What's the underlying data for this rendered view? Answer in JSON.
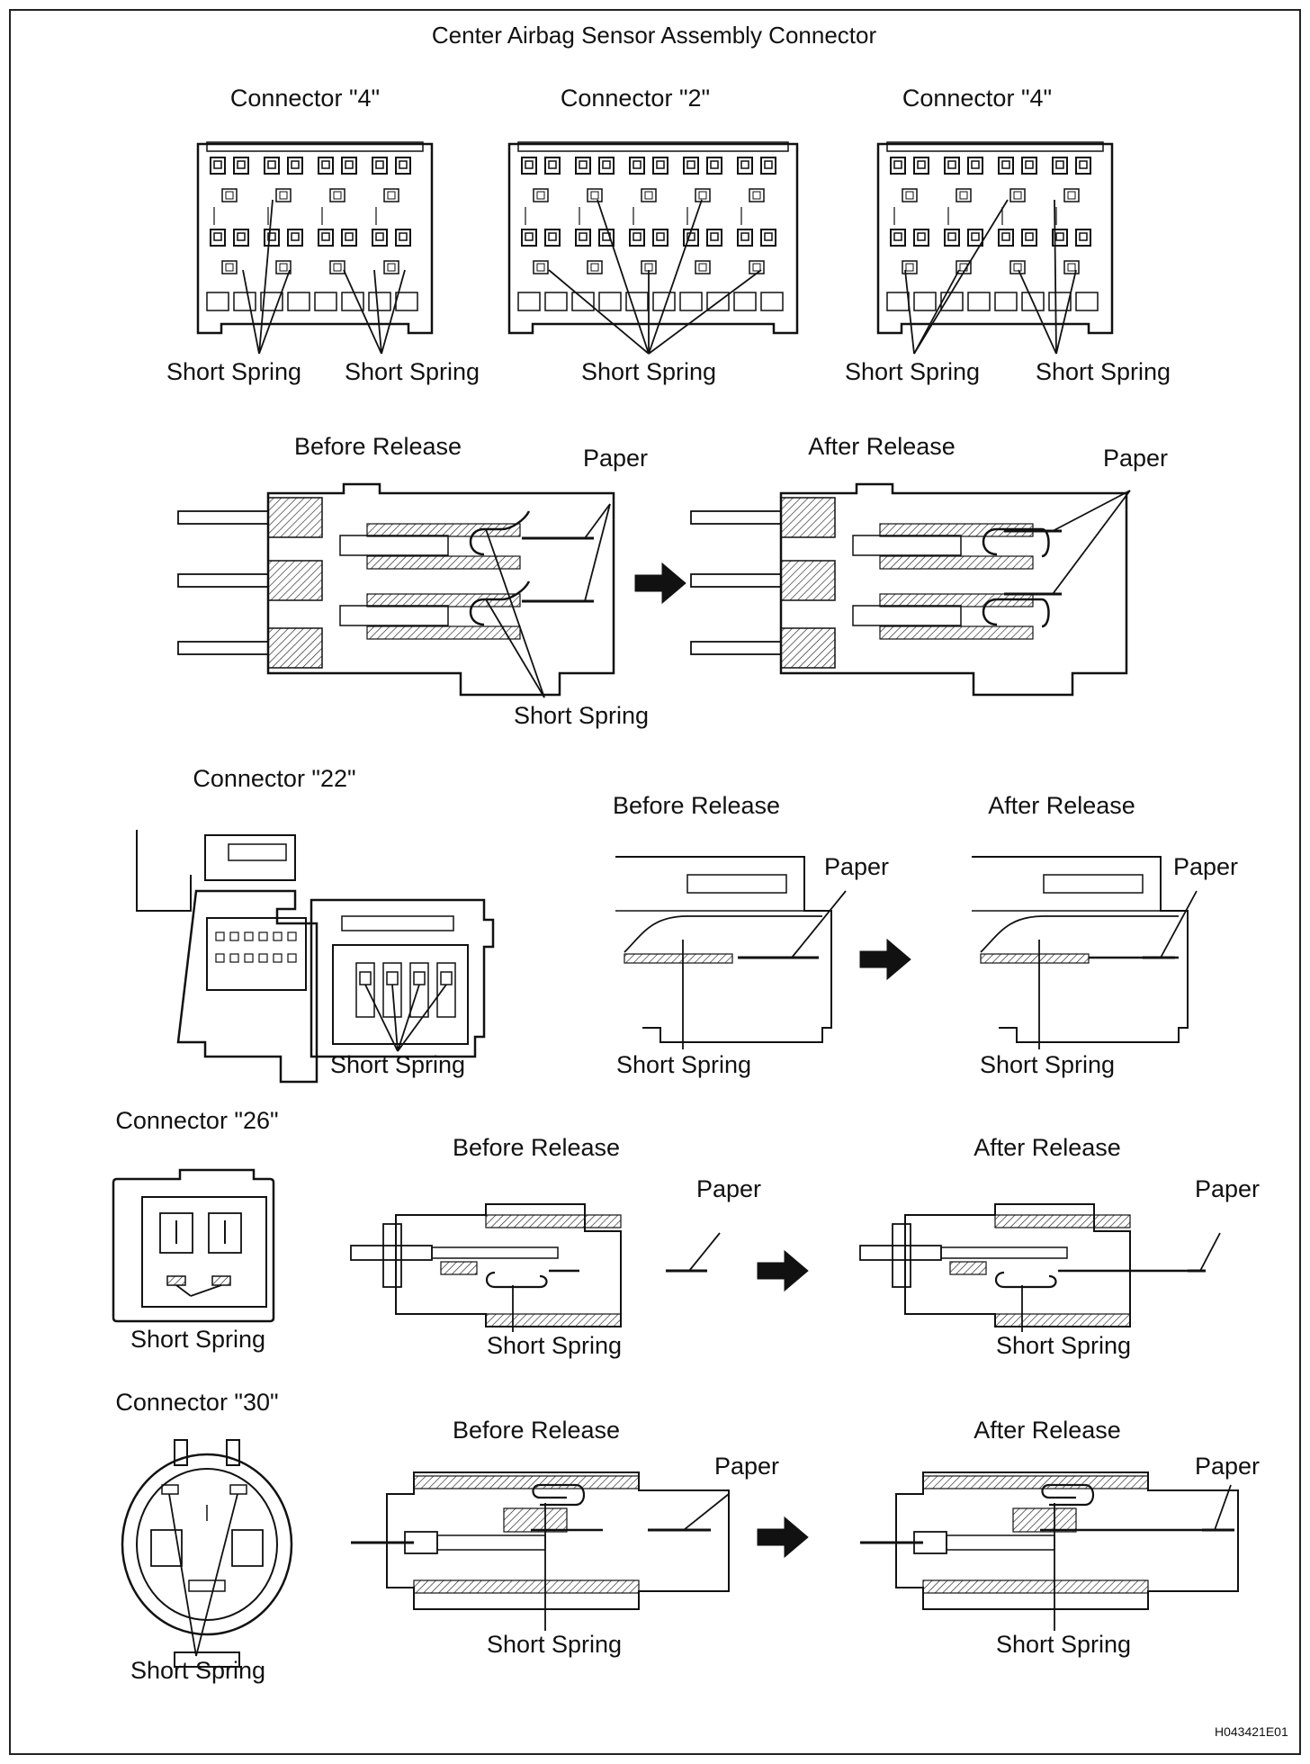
{
  "title": "Center Airbag Sensor Assembly Connector",
  "labels": {
    "connector_4": "Connector \"4\"",
    "connector_2": "Connector \"2\"",
    "connector_22": "Connector \"22\"",
    "connector_26": "Connector \"26\"",
    "connector_30": "Connector \"30\"",
    "short_spring": "Short Spring",
    "before_release": "Before Release",
    "after_release": "After Release",
    "paper": "Paper"
  },
  "figure_code": "H043421E01",
  "colors": {
    "line": "#111111",
    "background": "#ffffff"
  }
}
